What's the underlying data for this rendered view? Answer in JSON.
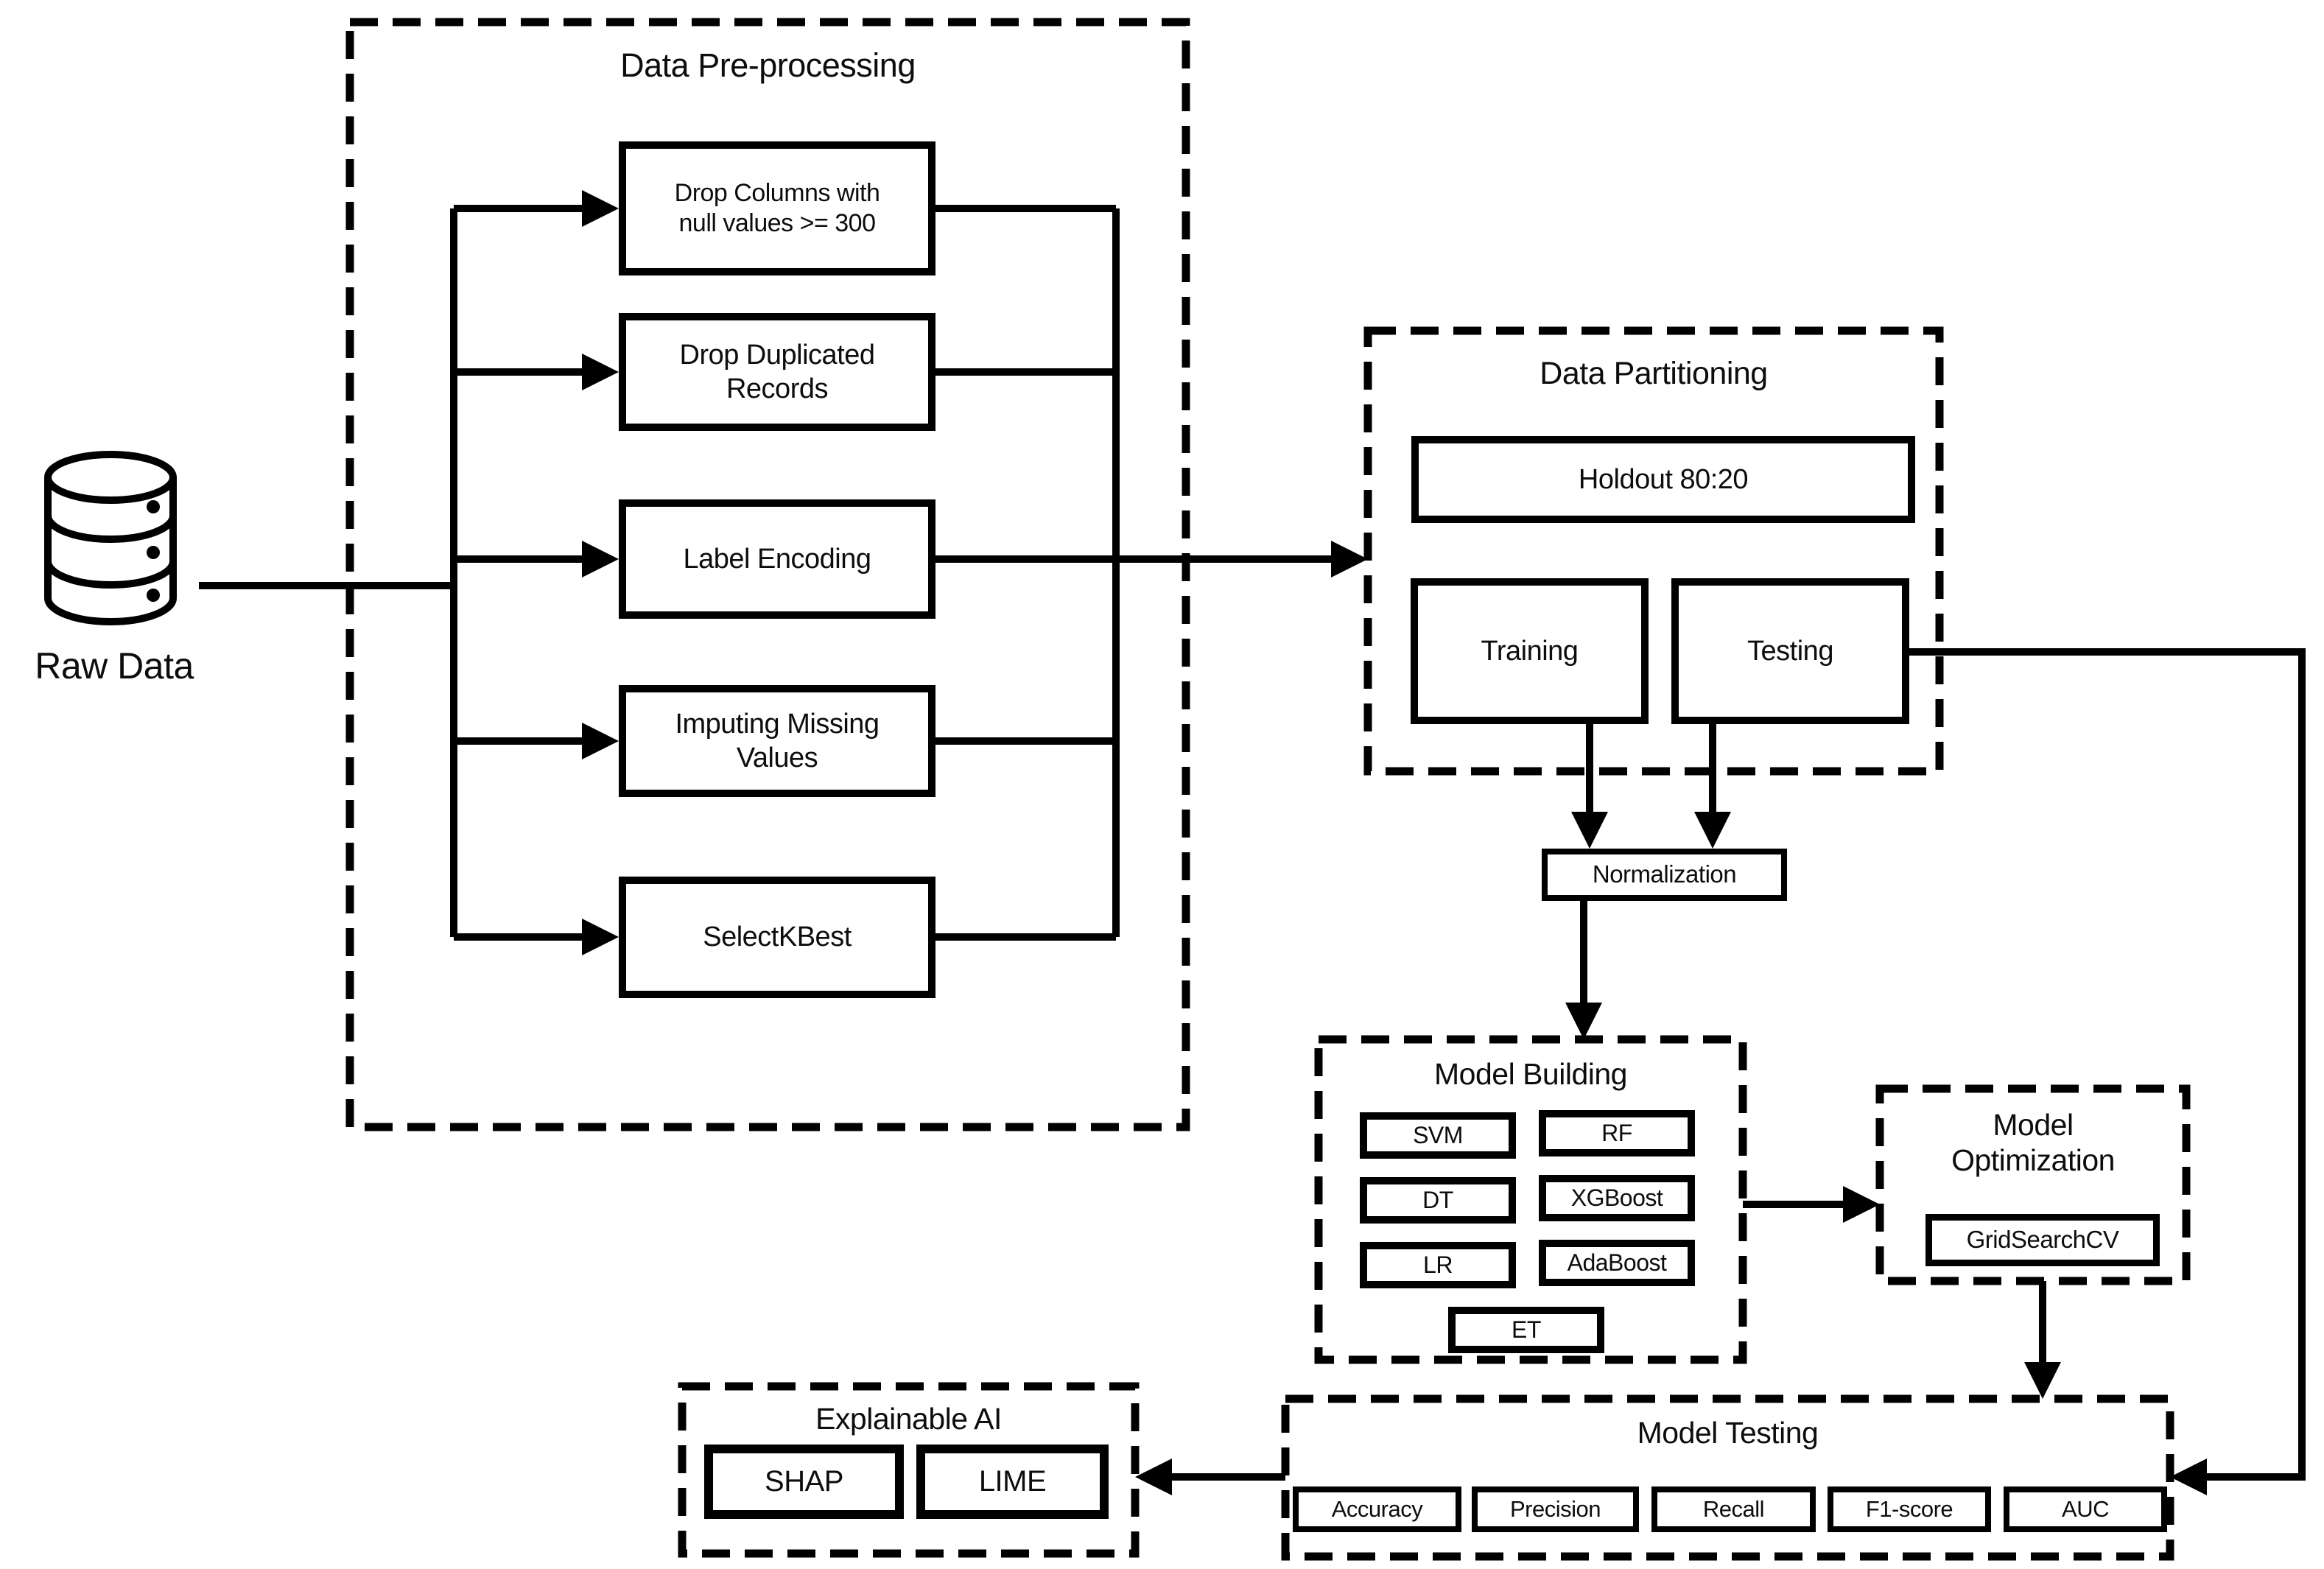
{
  "figure": {
    "background": "#ffffff",
    "line_color": "#000000",
    "raw_data": {
      "label": "Raw Data",
      "icon": "database-icon"
    },
    "preprocessing": {
      "title": "Data Pre-processing",
      "steps": [
        "Drop Columns with\nnull values >= 300",
        "Drop Duplicated\nRecords",
        "Label Encoding",
        "Imputing Missing\nValues",
        "SelectKBest"
      ]
    },
    "partitioning": {
      "title": "Data Partitioning",
      "holdout": "Holdout 80:20",
      "training": "Training",
      "testing": "Testing"
    },
    "normalization": "Normalization",
    "model_building": {
      "title": "Model Building",
      "models": [
        "SVM",
        "RF",
        "DT",
        "XGBoost",
        "LR",
        "AdaBoost",
        "ET"
      ]
    },
    "model_optimization": {
      "title": "Model\nOptimization",
      "method": "GridSearchCV"
    },
    "model_testing": {
      "title": "Model Testing",
      "metrics": [
        "Accuracy",
        "Precision",
        "Recall",
        "F1-score",
        "AUC"
      ]
    },
    "explainable_ai": {
      "title": "Explainable AI",
      "methods": [
        "SHAP",
        "LIME"
      ]
    }
  }
}
